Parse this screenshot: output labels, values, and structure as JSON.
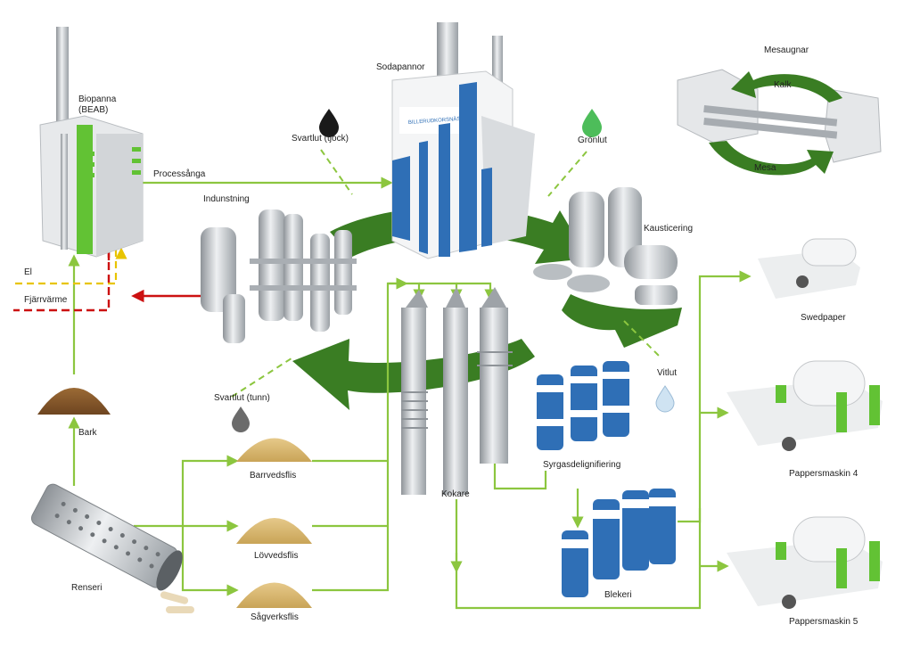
{
  "labels": {
    "biopanna": "Biopanna",
    "beab": "(BEAB)",
    "processanga": "Processånga",
    "el": "El",
    "fjarrvarme": "Fjärrvärme",
    "bark": "Bark",
    "renseri": "Renseri",
    "indunstning": "Indunstning",
    "svartlut_tjock": "Svartlut (tjock)",
    "svartlut_tunn": "Svartlut (tunn)",
    "sodapannor": "Sodapannor",
    "gronlut": "Grönlut",
    "kausticering": "Kausticering",
    "vitlut": "Vitlut",
    "mesaugnar": "Mesaugnar",
    "kalk": "Kalk",
    "mesa": "Mesa",
    "barrvedsflis": "Barrvedsflis",
    "lovvedsflis": "Lövvedsflis",
    "sagverksflis": "Sågverksflis",
    "kokare": "Kokare",
    "syrgasdelignifiering": "Syrgasdelignifiering",
    "blekeri": "Blekeri",
    "swedpaper": "Swedpaper",
    "pappersmaskin4": "Pappersmaskin 4",
    "pappersmaskin5": "Pappersmaskin 5"
  },
  "plant_sign": "BILLERUDKORSNÄS",
  "colors": {
    "flow_line": "#8cc63f",
    "dark_green": "#3a7d23",
    "bright_green": "#62c234",
    "el_line": "#e8c400",
    "heat_line": "#cc1111",
    "steel": "#c9cdd1",
    "steel_dark": "#8e9398",
    "blue": "#2f6fb6",
    "chips": "#d8b76a",
    "bark": "#8a5a2b"
  }
}
